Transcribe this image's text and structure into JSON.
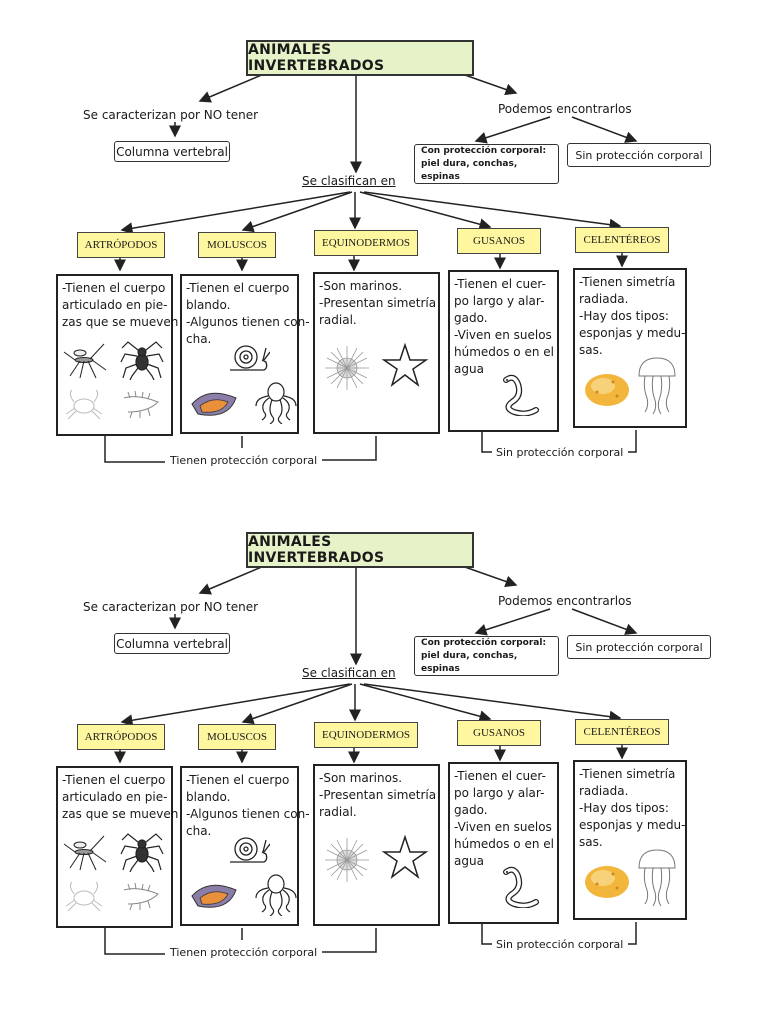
{
  "title": "ANIMALES INVERTEBRADOS",
  "left_branch": {
    "label": "Se  caracterizan por NO tener",
    "box": "Columna vertebral"
  },
  "right_branch": {
    "label": "Podemos encontrarlos",
    "with_protection": [
      "Con protección corporal:",
      "piel dura, conchas, espinas"
    ],
    "without_protection": "Sin protección corporal"
  },
  "classify_label": "Se clasifican en",
  "groups": [
    {
      "name": "ARTRÓPODOS",
      "lines": [
        "-Tienen el cuerpo",
        "articulado en pie-",
        "zas que se mueven"
      ],
      "icons": [
        "mosquito-icon",
        "spider-icon",
        "crab-icon",
        "centipede-icon"
      ]
    },
    {
      "name": "MOLUSCOS",
      "lines": [
        "-Tienen el cuerpo",
        "blando.",
        "-Algunos tienen con-",
        "cha."
      ],
      "icons": [
        "snail-icon",
        "mussel-icon",
        "octopus-icon"
      ]
    },
    {
      "name": "EQUINODERMOS",
      "lines": [
        "-Son marinos.",
        "-Presentan simetría",
        "radial."
      ],
      "icons": [
        "sea-urchin-icon",
        "starfish-icon"
      ]
    },
    {
      "name": "GUSANOS",
      "lines": [
        "-Tienen el cuer-",
        "po largo y alar-",
        "gado.",
        "-Viven en suelos",
        "húmedos o en el",
        "agua"
      ],
      "icons": [
        "worm-icon"
      ]
    },
    {
      "name": "CELENTÉREOS",
      "lines": [
        "-Tienen simetría",
        "radiada.",
        "-Hay dos tipos:",
        "esponjas y medu-",
        "sas."
      ],
      "icons": [
        "sponge-icon",
        "jellyfish-icon"
      ]
    }
  ],
  "bracket_protected": "Tienen protección corporal",
  "bracket_unprotected": "Sin protección corporal"
}
